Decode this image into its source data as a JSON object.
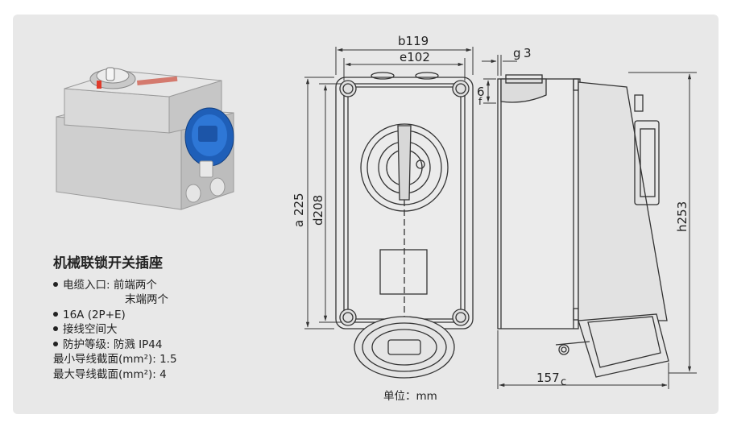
{
  "product": {
    "title": "机械联锁开关插座",
    "features": [
      "电缆入口: 前端两个",
      "末端两个",
      "16A (2P+E)",
      "接线空间大",
      "防护等级: 防溅 IP44"
    ],
    "min_section": "最小导线截面(mm²): 1.5",
    "max_section": "最大导线截面(mm²): 4"
  },
  "dimensions": {
    "b": "b119",
    "e": "e102",
    "g": "g",
    "g_val": "3",
    "six": "6",
    "f": "f",
    "a": "a 225",
    "d": "d208",
    "h": "h253",
    "c_val": "157",
    "c": "c"
  },
  "unit": "单位：mm"
}
